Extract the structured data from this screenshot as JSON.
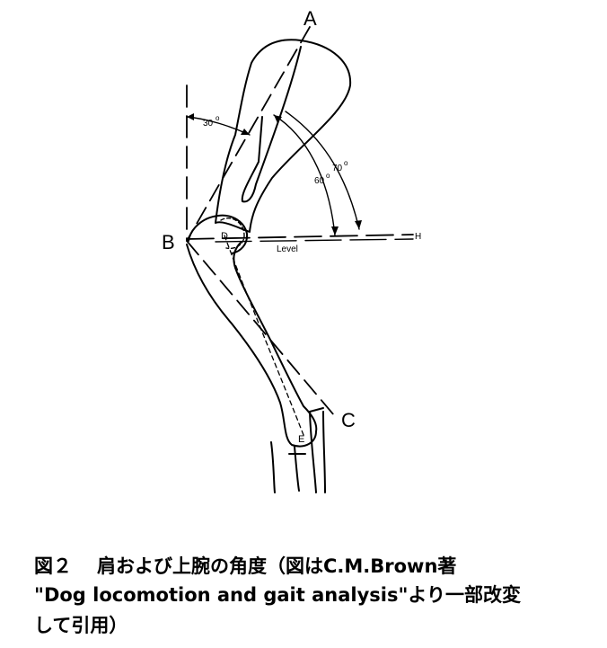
{
  "points": {
    "A": "A",
    "B": "B",
    "C": "C",
    "D": "D",
    "E": "E",
    "H": "H"
  },
  "angles": {
    "a30": "30",
    "a60": "60",
    "a70": "70",
    "degree": "o"
  },
  "level_label": "Level",
  "caption": {
    "figure_no": "図２",
    "line1": "肩および上腕の角度（図はC.M.Brown著",
    "line2": "\"Dog locomotion and gait analysis\"より一部改変",
    "line3": "して引用）"
  }
}
